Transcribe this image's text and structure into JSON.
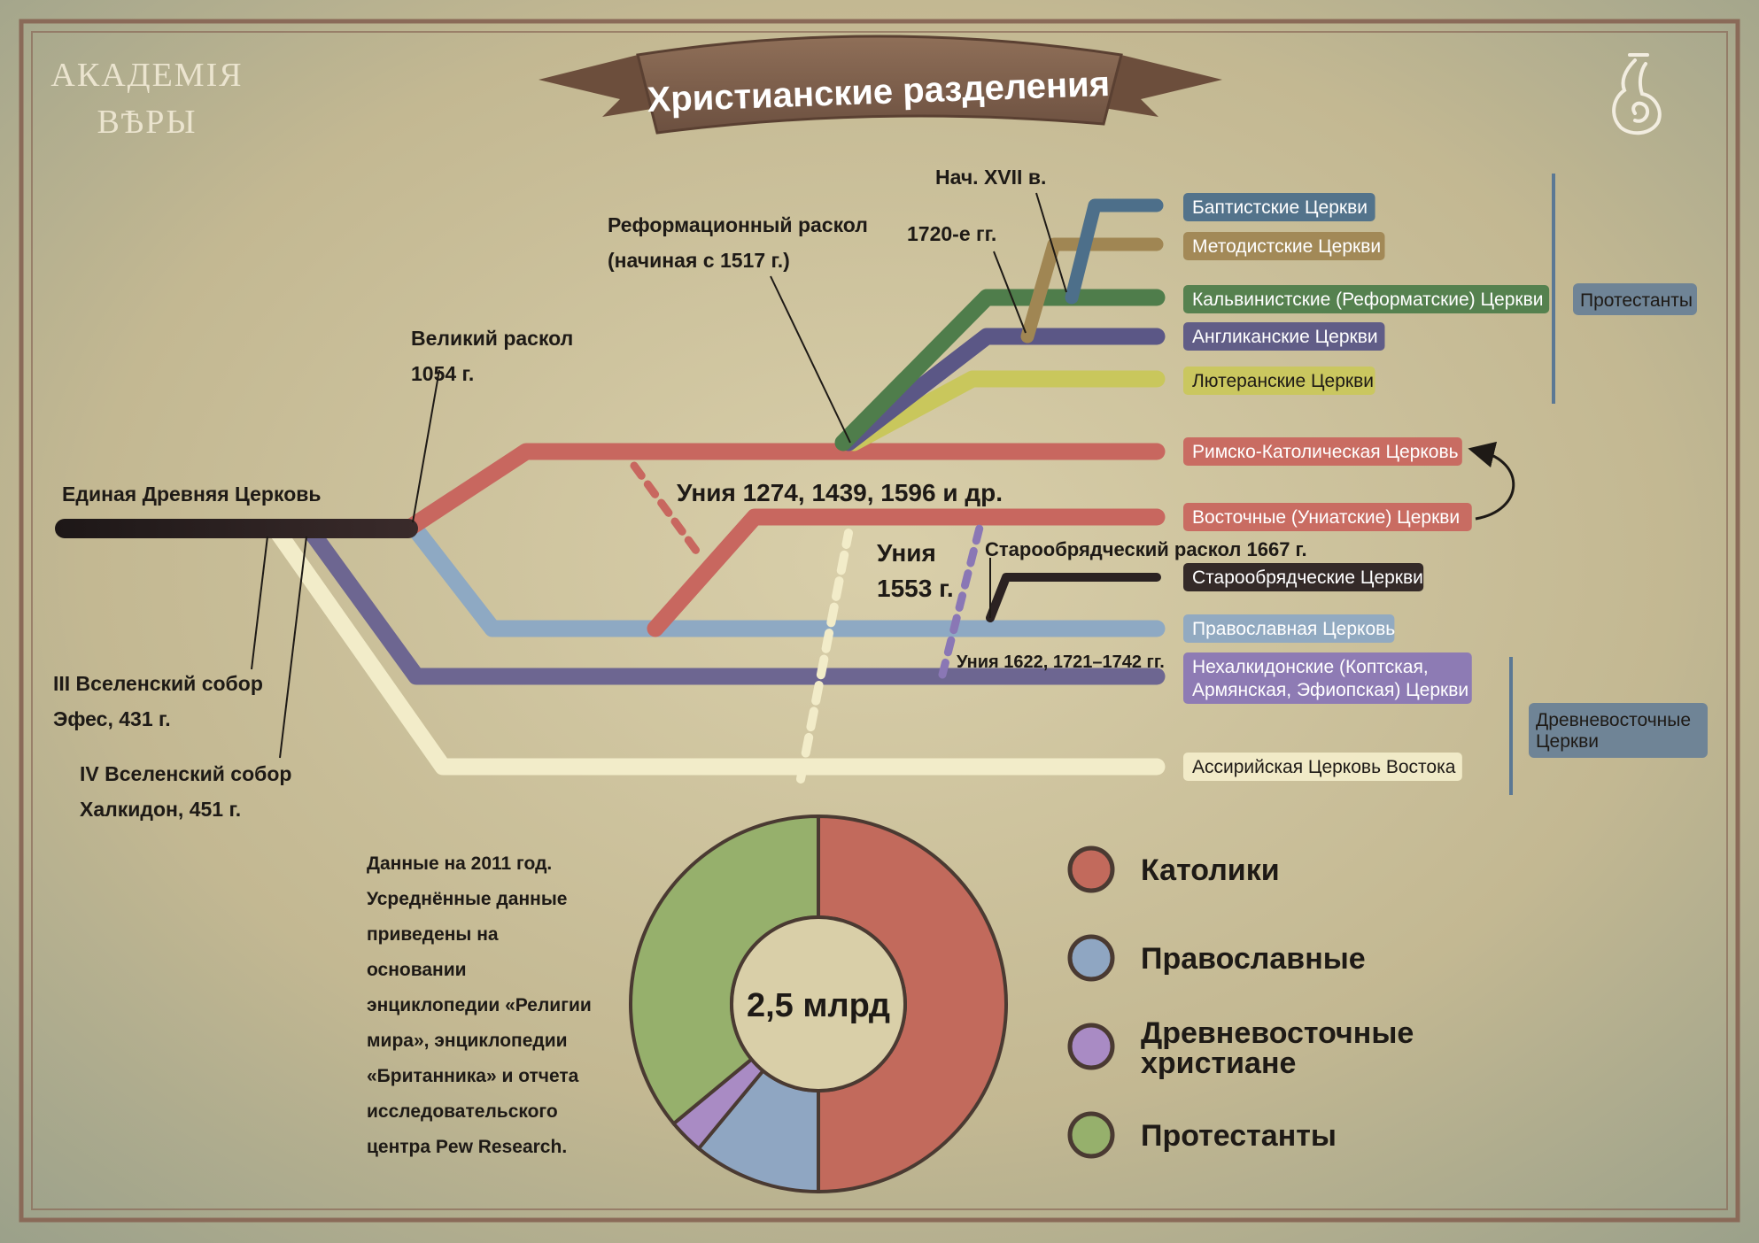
{
  "title": "Христианские разделения",
  "logo_lines": [
    "АКАДЕМIЯ",
    "ВѢРЫ"
  ],
  "colors": {
    "ancient": "#2a1f1f",
    "catholic": "#c8675f",
    "orthodox": "#8ea9c3",
    "oriental": "#6d6691",
    "assyrian": "#f2ecc9",
    "lutheran": "#c9c75c",
    "anglican": "#5b5786",
    "calvinist": "#4f7d4b",
    "methodist": "#a08653",
    "baptist": "#4d6f8a",
    "oldbeliever": "#2b2222",
    "uniate_purple": "#8a77b5"
  },
  "root_label": "Единая Древняя Церковь",
  "annotations": {
    "great_schism": [
      "Великий раскол",
      "1054 г."
    ],
    "reformation": [
      "Реформационный раскол",
      "(начиная с 1517 г.)"
    ],
    "early17": "Нач. XVII в.",
    "y1720": "1720-е гг.",
    "union_catholic": "Уния 1274, 1439, 1596 и др.",
    "union_1553": [
      "Уния",
      "1553 г."
    ],
    "old_believer_schism": "Старообрядческий раскол 1667 г.",
    "union_1622": "Уния 1622, 1721–1742 гг.",
    "council3": [
      "III Вселенский собор",
      "Эфес, 431 г."
    ],
    "council4": [
      "IV Вселенский собор",
      "Халкидон, 451 г."
    ]
  },
  "churches": [
    {
      "label": "Баптистские Церкви",
      "color": "#4d6f8a",
      "text": "#ffffff"
    },
    {
      "label": "Методистские Церкви",
      "color": "#a08653",
      "text": "#ffffff"
    },
    {
      "label": "Кальвинистские (Реформатские) Церкви",
      "color": "#4f7d4b",
      "text": "#ffffff"
    },
    {
      "label": "Англиканские Церкви",
      "color": "#5b5786",
      "text": "#ffffff"
    },
    {
      "label": "Лютеранские Церкви",
      "color": "#c9c75c",
      "text": "#1e1a16"
    },
    {
      "label": "Римско-Католическая Церковь",
      "color": "#c8675f",
      "text": "#ffffff"
    },
    {
      "label": "Восточные (Униатские) Церкви",
      "color": "#c8675f",
      "text": "#ffffff"
    },
    {
      "label": "Старообрядческие Церкви",
      "color": "#2b2222",
      "text": "#ffffff"
    },
    {
      "label": "Православная Церковь",
      "color": "#8ea9c3",
      "text": "#ffffff"
    },
    {
      "label": "Нехалкидонские (Коптская,",
      "label2": "Армянская, Эфиопская) Церкви",
      "color": "#8a77b5",
      "text": "#ffffff"
    },
    {
      "label": "Ассирийская Церковь Востока",
      "color": "#f2ecc9",
      "text": "#1e1a16"
    }
  ],
  "group_labels": {
    "protestants": "Протестанты",
    "oriental": [
      "Древневосточные",
      "Церкви"
    ]
  },
  "footnote": [
    "Данные на 2011 год.",
    "Усреднённые данные",
    "приведены на",
    "основании",
    "энциклопедии «Религии",
    "мира», энциклопедии",
    "«Британника» и отчета",
    "исследовательского",
    "центра Pew Research."
  ],
  "chart_data": {
    "type": "pie",
    "title": "",
    "center_label": "2,5 млрд",
    "slices": [
      {
        "name": "Католики",
        "value": 50,
        "color": "#c26a5c"
      },
      {
        "name": "Православные",
        "value": 11,
        "color": "#8fa6c2"
      },
      {
        "name": "Древневосточные христиане",
        "value": 3,
        "color": "#a98bc4"
      },
      {
        "name": "Протестанты",
        "value": 36,
        "color": "#96b06c"
      }
    ],
    "legend": [
      {
        "label": "Католики",
        "color": "#c26a5c"
      },
      {
        "label": "Православные",
        "color": "#8fa6c2"
      },
      {
        "label": "Древневосточные",
        "label2": "христиане",
        "color": "#a98bc4"
      },
      {
        "label": "Протестанты",
        "color": "#96b06c"
      }
    ],
    "legend_position": "right"
  }
}
